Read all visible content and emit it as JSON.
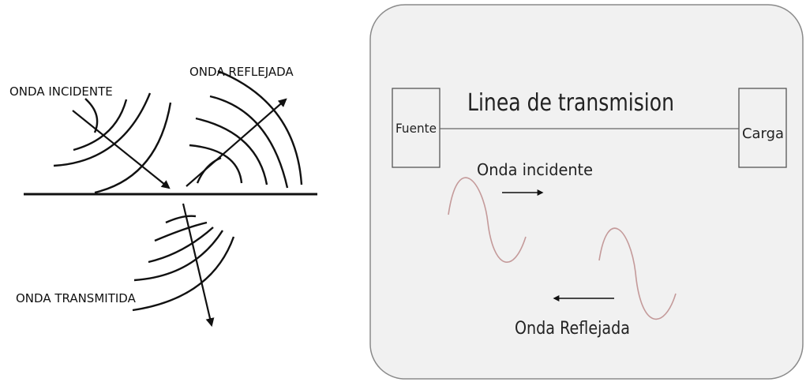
{
  "left_diagram": {
    "incident_label": "ONDA INCIDENTE",
    "reflected_label": "ONDA REFLEJADA",
    "transmitted_label": "ONDA TRANSMITIDA"
  },
  "right_diagram": {
    "title": "Linea de transmision",
    "source_label": "Fuente",
    "load_label": "Carga",
    "incident_label": "Onda incidente",
    "reflected_label": "Onda Reflejada",
    "panel_background": "#f1f1f1",
    "wave_color": "#c49a9a"
  }
}
